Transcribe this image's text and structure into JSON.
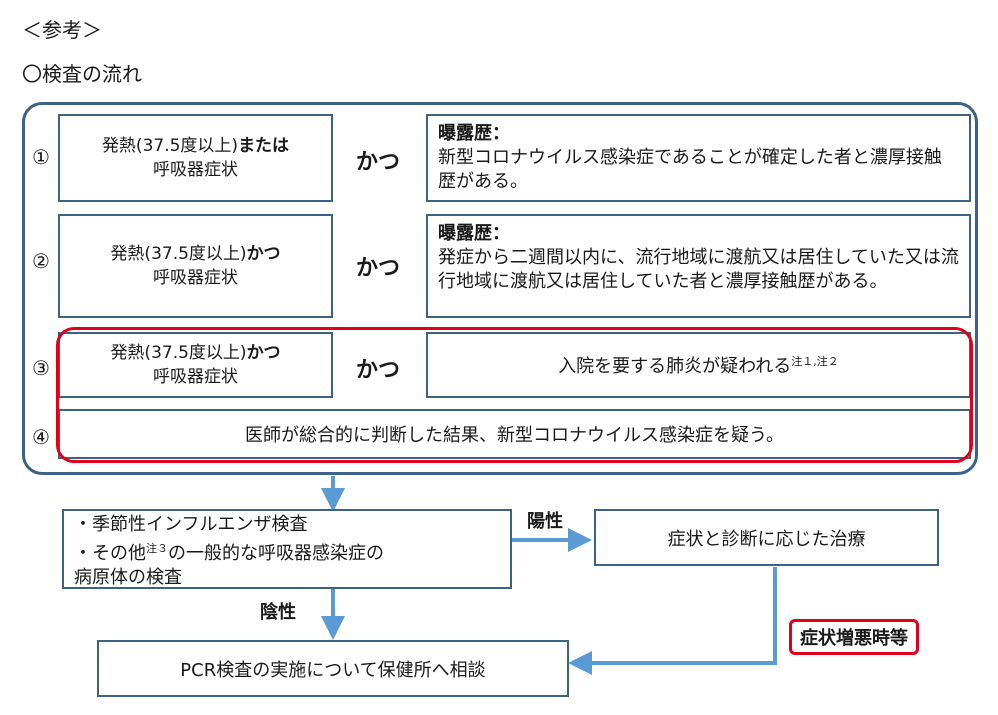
{
  "header": {
    "reference": "＜参考＞",
    "title": "〇検査の流れ"
  },
  "rows": [
    {
      "num": "①",
      "sym_a": "発熱(37.5度以上)",
      "sym_conj": "または",
      "sym_b": "呼吸器症状",
      "katsu": "かつ",
      "exp_title": "曝露歴：",
      "exp_text": "新型コロナウイルス感染症であることが確定した者と濃厚接触歴がある。"
    },
    {
      "num": "②",
      "sym_a": "発熱(37.5度以上)",
      "sym_conj": "かつ",
      "sym_b": "呼吸器症状",
      "katsu": "かつ",
      "exp_title": "曝露歴：",
      "exp_text": "発症から二週間以内に、流行地域に渡航又は居住していた又は流行地域に渡航又は居住していた者と濃厚接触歴がある。"
    },
    {
      "num": "③",
      "sym_a": "発熱(37.5度以上)",
      "sym_conj": "かつ",
      "sym_b": "呼吸器症状",
      "katsu": "かつ",
      "cond_text": "入院を要する肺炎が疑われる",
      "cond_note": "注１,注２"
    },
    {
      "num": "④",
      "text": "医師が総合的に判断した結果、新型コロナウイルス感染症を疑う。"
    }
  ],
  "flow": {
    "test_line1": "・季節性インフルエンザ検査",
    "test_line2_a": "・その他",
    "test_line2_note": "注３",
    "test_line2_b": "の一般的な呼吸器感染症の",
    "test_line3": "病原体の検査",
    "positive": "陽性",
    "negative": "陰性",
    "treatment": "症状と診断に応じた治療",
    "worsening": "症状増悪時等",
    "pcr": "PCR検査の実施について保健所へ相談"
  },
  "colors": {
    "box_border": "#3c6386",
    "highlight_red": "#e0001b",
    "arrow": "#5b9bd5"
  }
}
